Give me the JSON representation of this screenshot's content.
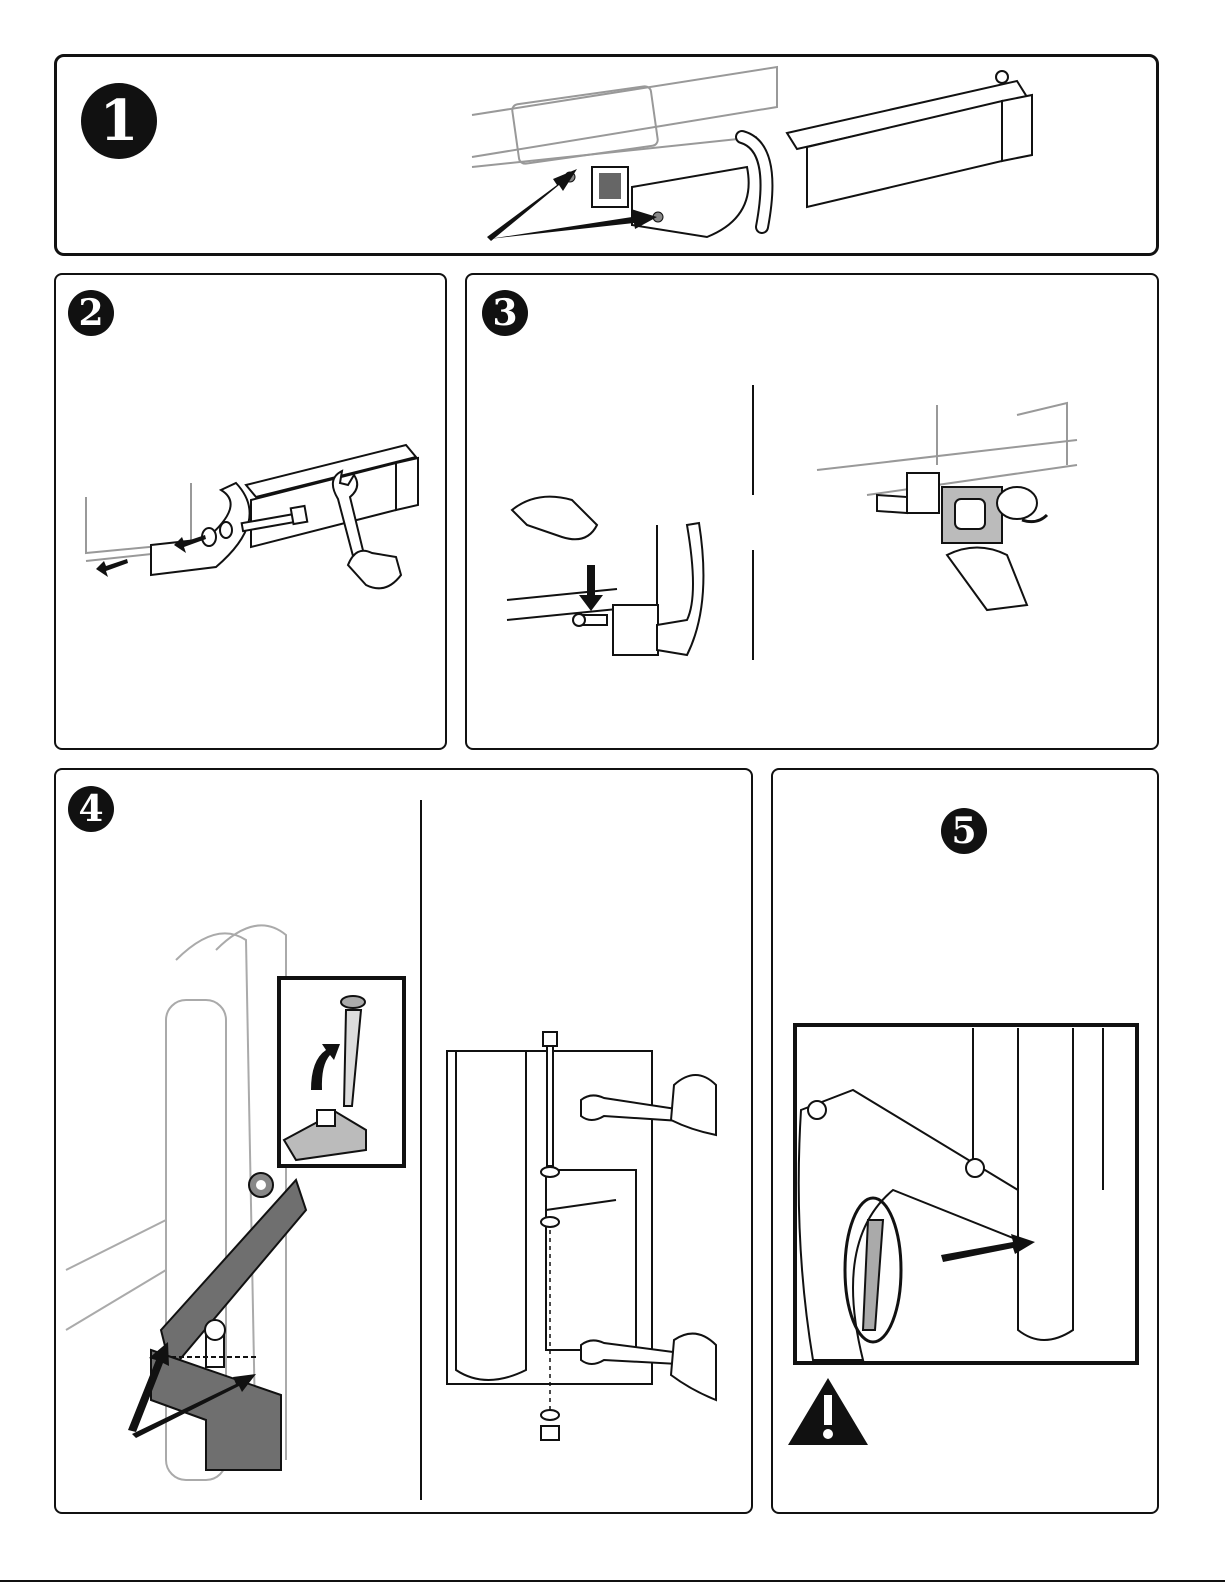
{
  "steps": [
    {
      "number": "1"
    },
    {
      "number": "2"
    },
    {
      "number": "3"
    },
    {
      "number": "4"
    },
    {
      "number": "5"
    }
  ],
  "icons": {
    "warning": "warning-icon",
    "wrench": "wrench-icon",
    "bolt": "bolt-icon",
    "arrow": "arrow-icon",
    "hand": "hand-icon",
    "lock": "lock-icon",
    "pin": "pin-icon"
  },
  "colors": {
    "ink": "#111111",
    "shade": "#6f6f6f",
    "light": "#d8d8d8"
  }
}
